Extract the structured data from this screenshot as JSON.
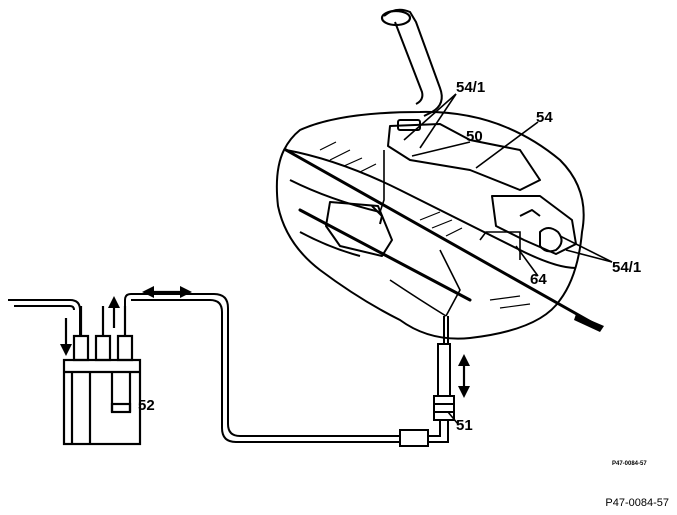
{
  "callouts": {
    "c50": "50",
    "c51": "51",
    "c52": "52",
    "c54": "54",
    "c54_1_top": "54/1",
    "c54_1_right": "54/1",
    "c64": "64"
  },
  "small_ref": "P47-0084-57",
  "figure_ref": "P47-0084-57"
}
